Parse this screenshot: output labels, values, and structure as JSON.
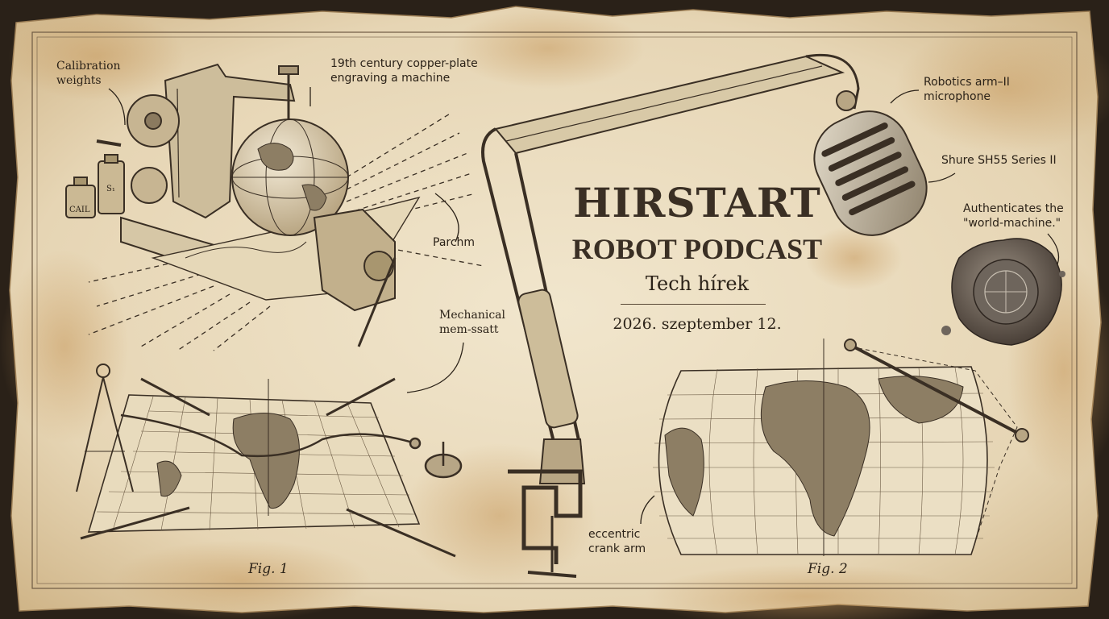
{
  "poster": {
    "title": "HIRSTART",
    "subtitle": "ROBOT PODCAST",
    "tagline": "Tech hírek",
    "date": "2026. szeptember 12."
  },
  "labels": {
    "calibration": "Calibration\nweights",
    "engraving": "19th century copper-plate\nengraving a machine",
    "parchm": "Parchm",
    "mechanical": "Mechanical\nmem-ssatt",
    "robotics_arm": "Robotics arm–II\nmicrophone",
    "shure": "Shure SH55 Series II",
    "authenticates": "Authenticates the\n\"world-machine.\"",
    "crank": "eccentric\ncrank arm",
    "weight_a": "CAIL",
    "weight_b": "S₁"
  },
  "figures": {
    "fig1": "Fig. 1",
    "fig2": "Fig. 2"
  },
  "colors": {
    "parchment": "#e9dcc0",
    "stain": "#c9a470",
    "ink": "#2b2218",
    "metal": "#8a7c68"
  },
  "icons": [
    "globe-press-machine",
    "compass-icon",
    "microphone-icon",
    "wax-seal-icon",
    "world-map-icon",
    "boom-arm-icon"
  ]
}
